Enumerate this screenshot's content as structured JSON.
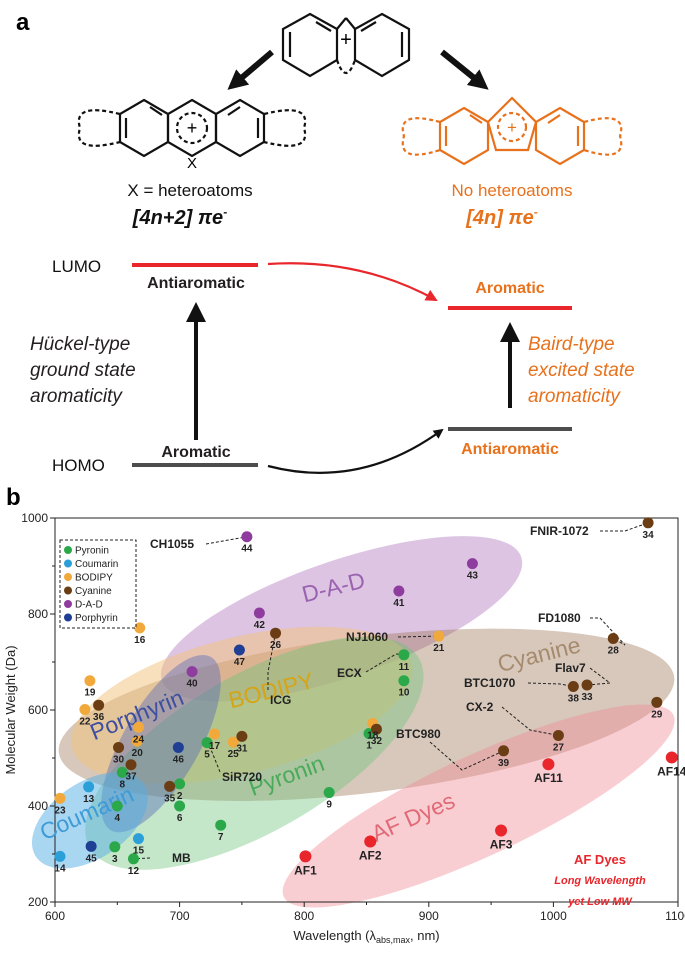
{
  "panels": {
    "a": "a",
    "b": "b"
  },
  "panel_a": {
    "left_caption": "X = heteroatoms",
    "left_rule_main": "[4n+2] πe",
    "left_rule_sup": "-",
    "right_caption": "No heteroatoms",
    "right_rule_main": "[4n] πe",
    "right_rule_sup": "-",
    "hetero_atom": "X",
    "plus_sign": "+",
    "lumo": "LUMO",
    "homo": "HOMO",
    "left_lumo_state": "Antiaromatic",
    "left_homo_state": "Aromatic",
    "right_lumo_state": "Aromatic",
    "right_homo_state": "Antiaromatic",
    "left_desc": [
      "Hückel-type",
      "ground state",
      "aromaticity"
    ],
    "right_desc": [
      "Baird-type",
      "excited state",
      "aromaticity"
    ],
    "colors": {
      "dark": "#231f20",
      "orange": "#e8711c",
      "red": "#e8262b",
      "gray": "#4d4d4d"
    }
  },
  "chart_data": {
    "type": "scatter",
    "xlabel_main": "Wavelength (λ",
    "xlabel_sub": "abs,max",
    "xlabel_end": ", nm)",
    "ylabel": "Molecular Weight (Da)",
    "xlim": [
      600,
      1100
    ],
    "ylim": [
      200,
      1000
    ],
    "xticks": [
      "600",
      "700",
      "800",
      "900",
      "1000",
      "1100"
    ],
    "yticks": [
      "200",
      "400",
      "600",
      "800",
      "1000"
    ],
    "legend_placement": "top-left",
    "categories": [
      {
        "name": "Pyronin",
        "color": "#2ba84a"
      },
      {
        "name": "Coumarin",
        "color": "#2a9fd8"
      },
      {
        "name": "BODIPY",
        "color": "#f2a93b"
      },
      {
        "name": "Cyanine",
        "color": "#6b3d14"
      },
      {
        "name": "D-A-D",
        "color": "#8e3d9e"
      },
      {
        "name": "Porphyrin",
        "color": "#1f3f94"
      }
    ],
    "cluster_labels": [
      {
        "text": "D-A-D",
        "x": 825,
        "y": 840,
        "color": "#9a63b0",
        "rotate": -14
      },
      {
        "text": "Cyanine",
        "x": 990,
        "y": 700,
        "color": "#a58a6d",
        "rotate": -14
      },
      {
        "text": "BODIPY",
        "x": 775,
        "y": 625,
        "color": "#d4a516",
        "rotate": -14
      },
      {
        "text": "Porphyrin",
        "x": 668,
        "y": 575,
        "color": "#3d4fa0",
        "rotate": -22
      },
      {
        "text": "Pyronin",
        "x": 788,
        "y": 448,
        "color": "#4aaa5a",
        "rotate": -20
      },
      {
        "text": "Coumarin",
        "x": 628,
        "y": 370,
        "color": "#3e9bd6",
        "rotate": -24
      },
      {
        "text": "AF Dyes",
        "x": 890,
        "y": 362,
        "color": "#e16a77",
        "rotate": -24
      }
    ],
    "points": [
      {
        "n": "1",
        "x": 852,
        "y": 551,
        "cat": "Pyronin"
      },
      {
        "n": "2",
        "x": 700,
        "y": 446,
        "cat": "Pyronin"
      },
      {
        "n": "3",
        "x": 648,
        "y": 315,
        "cat": "Pyronin"
      },
      {
        "n": "4",
        "x": 650,
        "y": 400,
        "cat": "Pyronin"
      },
      {
        "n": "5",
        "x": 722,
        "y": 532,
        "cat": "Pyronin"
      },
      {
        "n": "6",
        "x": 700,
        "y": 400,
        "cat": "Pyronin"
      },
      {
        "n": "7",
        "x": 733,
        "y": 360,
        "cat": "Pyronin"
      },
      {
        "n": "8",
        "x": 654,
        "y": 470,
        "cat": "Pyronin"
      },
      {
        "n": "9",
        "x": 820,
        "y": 428,
        "cat": "Pyronin"
      },
      {
        "n": "10",
        "x": 880,
        "y": 661,
        "cat": "Pyronin"
      },
      {
        "n": "11",
        "x": 880,
        "y": 715,
        "cat": "Pyronin"
      },
      {
        "n": "12",
        "x": 663,
        "y": 290,
        "cat": "Pyronin"
      },
      {
        "n": "13",
        "x": 627,
        "y": 440,
        "cat": "Coumarin"
      },
      {
        "n": "14",
        "x": 604,
        "y": 295,
        "cat": "Coumarin"
      },
      {
        "n": "15",
        "x": 667,
        "y": 332,
        "cat": "Coumarin"
      },
      {
        "n": "16",
        "x": 668,
        "y": 771,
        "cat": "BODIPY"
      },
      {
        "n": "17",
        "x": 728,
        "y": 550,
        "cat": "BODIPY"
      },
      {
        "n": "18",
        "x": 855,
        "y": 572,
        "cat": "BODIPY"
      },
      {
        "n": "19",
        "x": 628,
        "y": 661,
        "cat": "BODIPY"
      },
      {
        "n": "20",
        "x": 666,
        "y": 535,
        "cat": "BODIPY"
      },
      {
        "n": "21",
        "x": 908,
        "y": 754,
        "cat": "BODIPY"
      },
      {
        "n": "22",
        "x": 624,
        "y": 601,
        "cat": "BODIPY"
      },
      {
        "n": "23",
        "x": 604,
        "y": 416,
        "cat": "BODIPY"
      },
      {
        "n": "24",
        "x": 667,
        "y": 564,
        "cat": "BODIPY"
      },
      {
        "n": "25",
        "x": 743,
        "y": 533,
        "cat": "BODIPY"
      },
      {
        "n": "26",
        "x": 777,
        "y": 760,
        "cat": "Cyanine"
      },
      {
        "n": "27",
        "x": 1004,
        "y": 547,
        "cat": "Cyanine"
      },
      {
        "n": "28",
        "x": 1048,
        "y": 749,
        "cat": "Cyanine"
      },
      {
        "n": "29",
        "x": 1083,
        "y": 616,
        "cat": "Cyanine"
      },
      {
        "n": "30",
        "x": 651,
        "y": 522,
        "cat": "Cyanine"
      },
      {
        "n": "31",
        "x": 750,
        "y": 545,
        "cat": "Cyanine"
      },
      {
        "n": "32",
        "x": 858,
        "y": 560,
        "cat": "Cyanine"
      },
      {
        "n": "33",
        "x": 1027,
        "y": 652,
        "cat": "Cyanine"
      },
      {
        "n": "34",
        "x": 1076,
        "y": 990,
        "cat": "Cyanine"
      },
      {
        "n": "35",
        "x": 692,
        "y": 441,
        "cat": "Cyanine"
      },
      {
        "n": "36",
        "x": 635,
        "y": 610,
        "cat": "Cyanine"
      },
      {
        "n": "37",
        "x": 661,
        "y": 486,
        "cat": "Cyanine"
      },
      {
        "n": "38",
        "x": 1016,
        "y": 649,
        "cat": "Cyanine"
      },
      {
        "n": "39",
        "x": 960,
        "y": 515,
        "cat": "Cyanine"
      },
      {
        "n": "40",
        "x": 710,
        "y": 680,
        "cat": "D-A-D"
      },
      {
        "n": "41",
        "x": 876,
        "y": 848,
        "cat": "D-A-D"
      },
      {
        "n": "42",
        "x": 764,
        "y": 802,
        "cat": "D-A-D"
      },
      {
        "n": "43",
        "x": 935,
        "y": 905,
        "cat": "D-A-D"
      },
      {
        "n": "44",
        "x": 754,
        "y": 961,
        "cat": "D-A-D"
      },
      {
        "n": "45",
        "x": 629,
        "y": 316,
        "cat": "Porphyrin"
      },
      {
        "n": "46",
        "x": 699,
        "y": 522,
        "cat": "Porphyrin"
      },
      {
        "n": "47",
        "x": 748,
        "y": 725,
        "cat": "Porphyrin"
      }
    ],
    "af_dyes": [
      {
        "name": "AF1",
        "x": 801,
        "y": 295
      },
      {
        "name": "AF2",
        "x": 853,
        "y": 326
      },
      {
        "name": "AF3",
        "x": 958,
        "y": 349
      },
      {
        "name": "AF11",
        "x": 996,
        "y": 487
      },
      {
        "name": "AF14",
        "x": 1095,
        "y": 501
      }
    ],
    "af_color": "#e8262b",
    "af_note": {
      "title": "AF Dyes",
      "line1": "Long Wavelength",
      "line2": "yet Low MW"
    },
    "named_dyes": [
      {
        "name": "CH1055",
        "of": "44"
      },
      {
        "name": "FNIR-1072",
        "of": "34"
      },
      {
        "name": "NJ1060",
        "of": "21"
      },
      {
        "name": "FD1080",
        "of": "28"
      },
      {
        "name": "Flav7",
        "of": "33"
      },
      {
        "name": "BTC1070",
        "of": "38"
      },
      {
        "name": "CX-2",
        "of": "27"
      },
      {
        "name": "BTC980",
        "of": "39"
      },
      {
        "name": "ICG",
        "of": "26"
      },
      {
        "name": "ECX",
        "of": "11"
      },
      {
        "name": "SiR720",
        "of": "5"
      },
      {
        "name": "MB",
        "of": "12"
      }
    ]
  }
}
